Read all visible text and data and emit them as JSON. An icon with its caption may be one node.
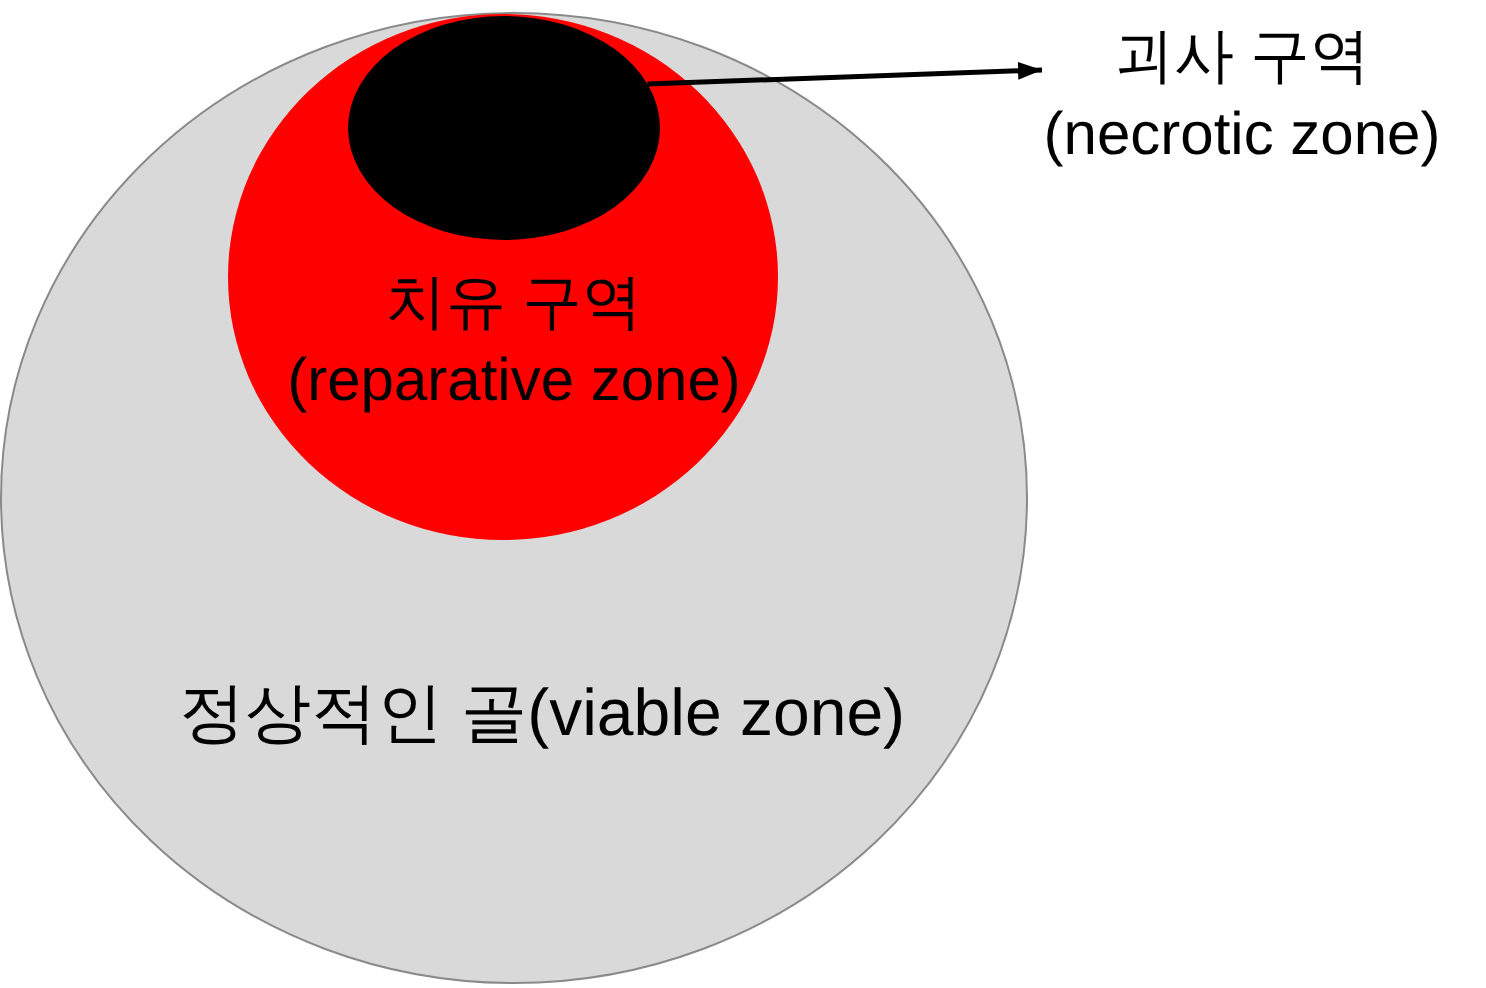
{
  "diagram": {
    "nodes": [
      {
        "text": [
          "정상적인 골(viable zone)"
        ]
      },
      {
        "text": [
          "치유 구역 (reparative zone)"
        ],
        "in": 0
      },
      {
        "text": [],
        "shape": "circle",
        "in": 1
      },
      {
        "text": [
          "괴사 구역 (necrotic zone)"
        ]
      }
    ],
    "edges": [
      {
        "from": 2,
        "to": 3,
        "arrow": "to"
      }
    ]
  }
}
